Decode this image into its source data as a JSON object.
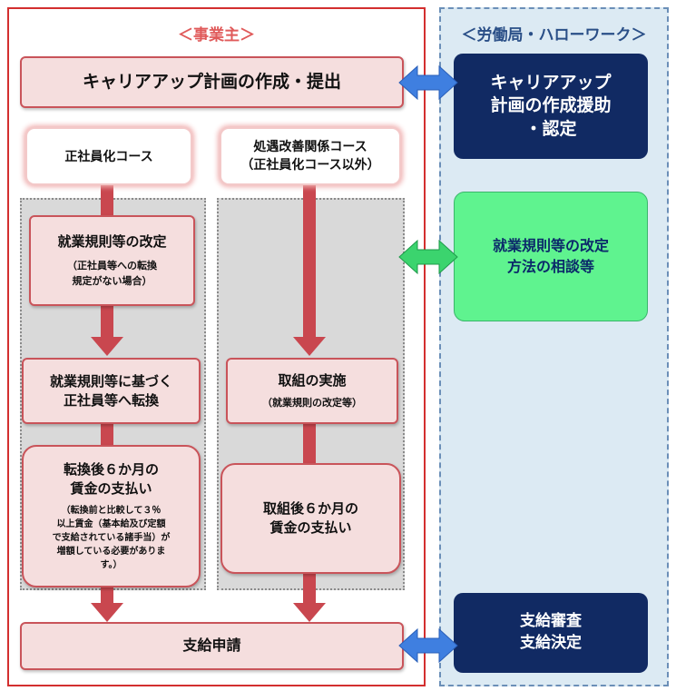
{
  "employer": {
    "title": "＜事業主＞",
    "plan_box": "キャリアアップ計画の作成・提出",
    "course_regular": "正社員化コース",
    "course_treatment_1": "処遇改善関係コース",
    "course_treatment_2": "（正社員化コース以外）",
    "left_col": {
      "rules_title": "就業規則等の改定",
      "rules_note_1": "（正社員等への転換",
      "rules_note_2": "規定がない場合）",
      "convert_1": "就業規則等に基づく",
      "convert_2": "正社員等へ転換",
      "wage_1": "転換後６か月の",
      "wage_2": "賃金の支払い",
      "wage_note_1": "（転換前と比較して３％",
      "wage_note_2": "以上賃金（基本給及び定額",
      "wage_note_3": "で支給されている諸手当）が",
      "wage_note_4": "増額している必要がありま",
      "wage_note_5": "す。）"
    },
    "right_col": {
      "action_title": "取組の実施",
      "action_note": "（就業規則の改定等）",
      "wage_1": "取組後６か月の",
      "wage_2": "賃金の支払い"
    },
    "apply_box": "支給申請"
  },
  "agency": {
    "title": "＜労働局・ハローワーク＞",
    "plan_support_1": "キャリアアップ",
    "plan_support_2": "計画の作成援助",
    "plan_support_3": "・認定",
    "consult_1": "就業規則等の改定",
    "consult_2": "方法の相談等",
    "decision_1": "支給審査",
    "decision_2": "支給決定"
  },
  "colors": {
    "employer_border": "#d32f2f",
    "arrow_red": "#c9474f",
    "arrow_blue": "#3f7fe0",
    "arrow_green": "#3bd46e",
    "navy": "#112a63",
    "green_box": "#5ff38f",
    "agency_bg": "#dceaf3"
  }
}
